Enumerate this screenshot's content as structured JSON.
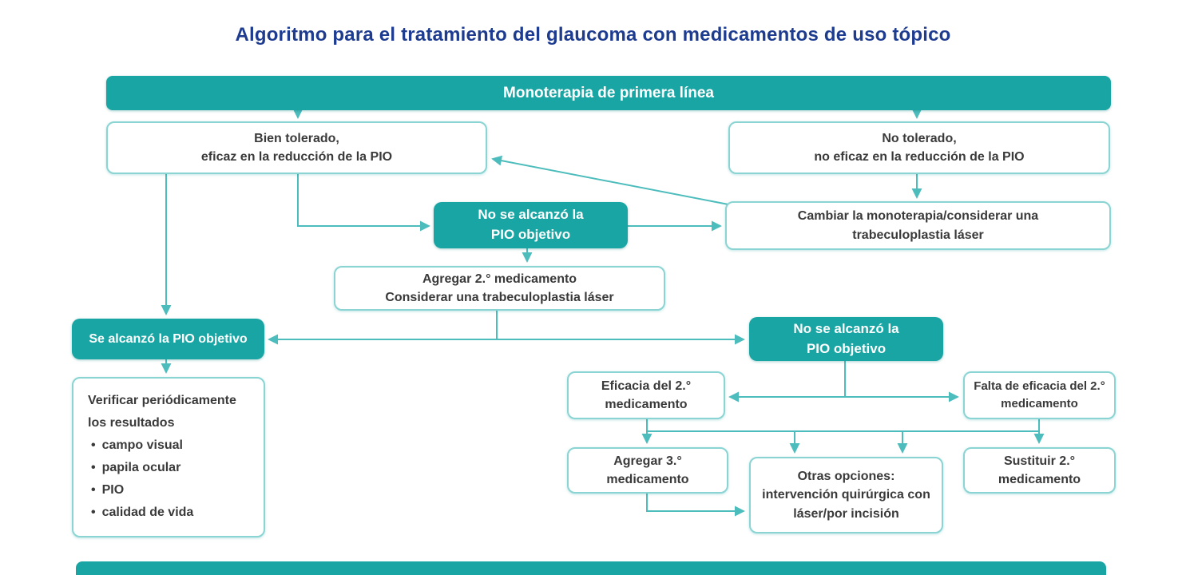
{
  "title": "Algoritmo para el tratamiento del glaucoma con medicamentos de uso tópico",
  "colors": {
    "teal": "#18a5a3",
    "teal_border": "#8ad4d4",
    "arrow": "#4cbcbc",
    "title_blue": "#1e3c8f",
    "box_text": "#3a3a3a"
  },
  "nodes": {
    "monoterapia": {
      "label": "Monoterapia de primera línea"
    },
    "bien_tolerado": {
      "line1": "Bien tolerado,",
      "line2": "eficaz en la reducción de la PIO"
    },
    "no_tolerado": {
      "line1": "No tolerado,",
      "line2": "no eficaz en la reducción de la PIO"
    },
    "no_alcanzo_pio_1": {
      "line1": "No se alcanzó la",
      "line2": "PIO objetivo"
    },
    "cambiar_monoterapia": {
      "line1": "Cambiar la monoterapia/considerar una",
      "line2": "trabeculoplastia láser"
    },
    "agregar_segundo": {
      "line1": "Agregar 2.° medicamento",
      "line2": "Considerar una trabeculoplastia láser"
    },
    "se_alcanzo_pio": {
      "label": "Se alcanzó la PIO objetivo"
    },
    "no_alcanzo_pio_2": {
      "line1": "No se alcanzó la",
      "line2": "PIO objetivo"
    },
    "verificar": {
      "line1": "Verificar periódicamente",
      "line2": "los resultados",
      "bullets": [
        "campo visual",
        "papila ocular",
        "PIO",
        "calidad de vida"
      ]
    },
    "eficacia_segundo": {
      "line1": "Eficacia del 2.°",
      "line2": "medicamento"
    },
    "falta_eficacia_segundo": {
      "line1": "Falta de eficacia del 2.°",
      "line2": "medicamento"
    },
    "agregar_tercero": {
      "line1": "Agregar 3.°",
      "line2": "medicamento"
    },
    "otras_opciones": {
      "line1": "Otras opciones:",
      "line2": "intervención quirúrgica con",
      "line3": "láser/por incisión"
    },
    "sustituir_segundo": {
      "line1": "Sustituir 2.°",
      "line2": "medicamento"
    }
  }
}
